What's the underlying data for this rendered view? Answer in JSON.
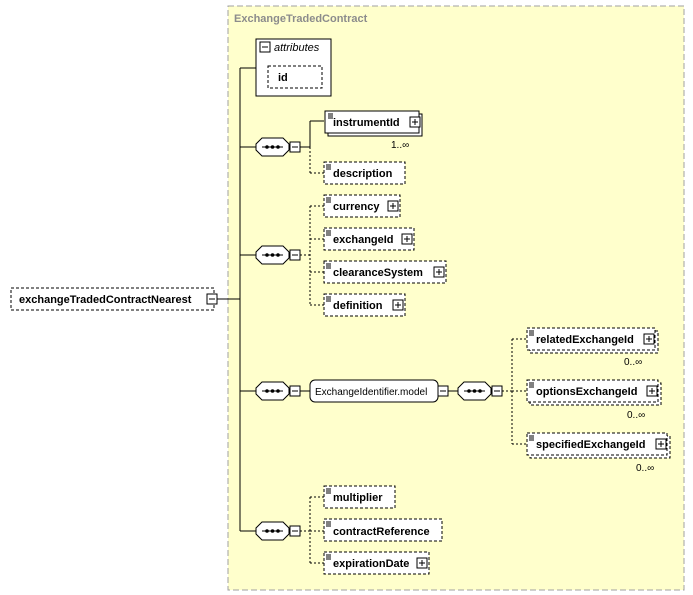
{
  "container": {
    "title": "ExchangeTradedContract"
  },
  "root": {
    "label": "exchangeTradedContractNearest"
  },
  "attributes": {
    "heading": "attributes",
    "items": [
      "id"
    ]
  },
  "seq1": {
    "elements": [
      {
        "label": "instrumentId",
        "occurs": "1..∞"
      },
      {
        "label": "description"
      }
    ]
  },
  "seq2": {
    "elements": [
      {
        "label": "currency"
      },
      {
        "label": "exchangeId"
      },
      {
        "label": "clearanceSystem"
      },
      {
        "label": "definition"
      }
    ]
  },
  "group": {
    "label": "ExchangeIdentifier.model"
  },
  "seq3": {
    "elements": [
      {
        "label": "relatedExchangeId",
        "occurs": "0..∞"
      },
      {
        "label": "optionsExchangeId",
        "occurs": "0..∞"
      },
      {
        "label": "specifiedExchangeId",
        "occurs": "0..∞"
      }
    ]
  },
  "seq4": {
    "elements": [
      {
        "label": "multiplier"
      },
      {
        "label": "contractReference"
      },
      {
        "label": "expirationDate"
      }
    ]
  },
  "colors": {
    "container_fill": "#ffffcc",
    "container_border": "#a0a0a0"
  }
}
